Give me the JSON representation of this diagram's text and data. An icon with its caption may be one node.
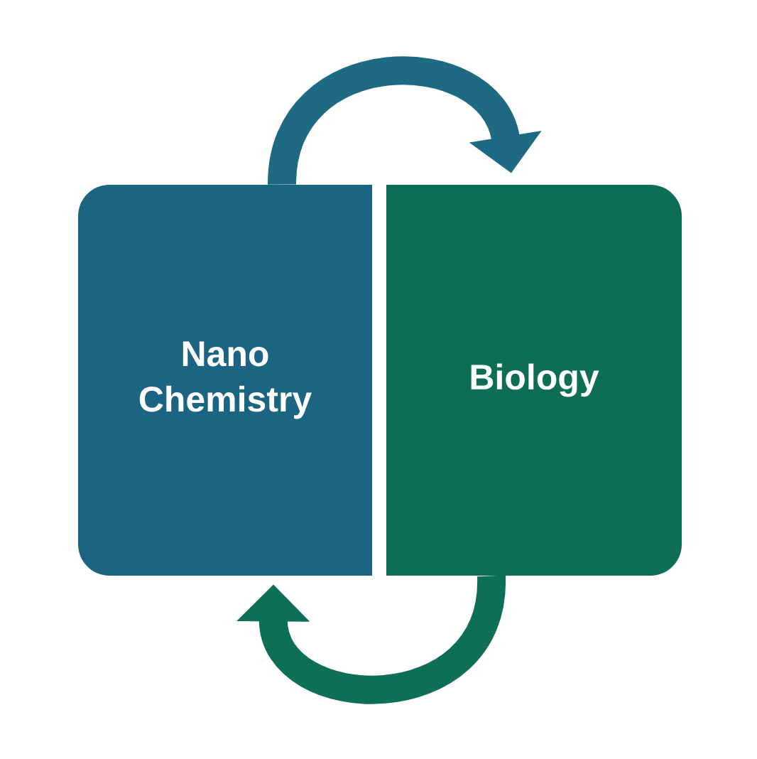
{
  "diagram": {
    "nodes": [
      {
        "text": [
          "Nano Chemistry"
        ]
      },
      {
        "text": [
          "Biology"
        ]
      }
    ],
    "edges": [
      {
        "from": 0,
        "to": 1,
        "arrow": "to",
        "color": "#1d6a82"
      },
      {
        "from": 1,
        "to": 0,
        "arrow": "to",
        "color": "#0e6f57"
      }
    ]
  }
}
